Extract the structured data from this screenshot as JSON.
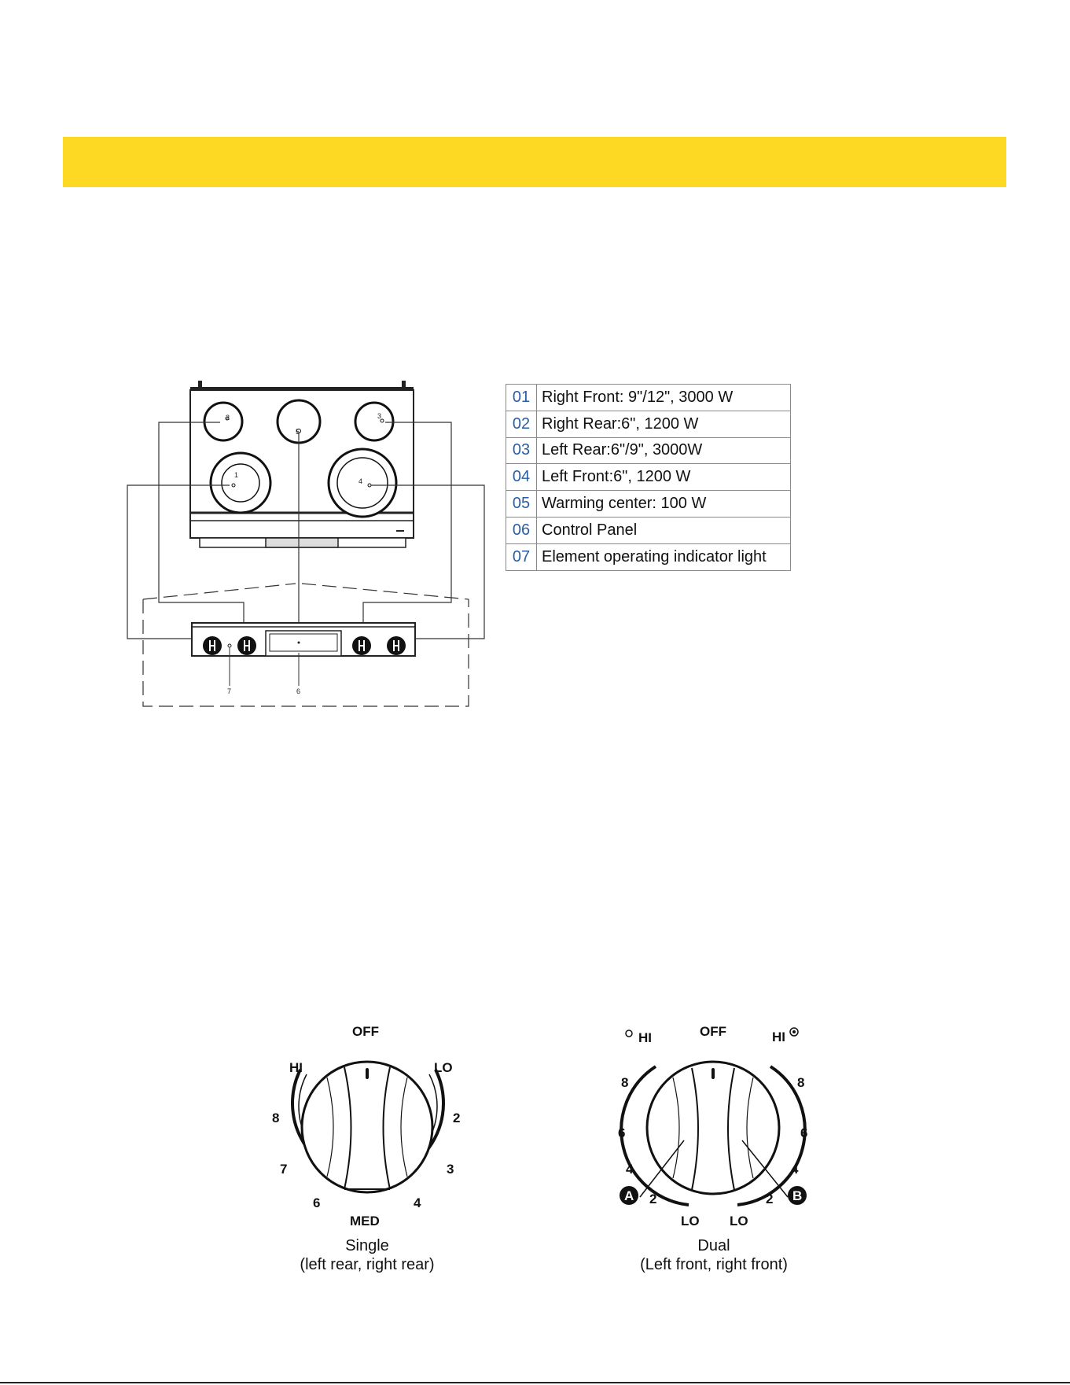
{
  "page": {
    "banner_color": "#fdd923",
    "legend_number_color": "#2a5ea4"
  },
  "legend": [
    {
      "num": "01",
      "label": "Right Front: 9\"/12\", 3000 W"
    },
    {
      "num": "02",
      "label": "Right Rear:6\", 1200 W"
    },
    {
      "num": "03",
      "label": "Left Rear:6\"/9\", 3000W"
    },
    {
      "num": "04",
      "label": "Left Front:6\", 1200 W"
    },
    {
      "num": "05",
      "label": "Warming center: 100 W"
    },
    {
      "num": "06",
      "label": "Control Panel"
    },
    {
      "num": "07",
      "label": "Element operating indicator light"
    }
  ],
  "range_diagram": {
    "callouts": [
      "1",
      "2",
      "3",
      "4",
      "5",
      "6",
      "7"
    ]
  },
  "knob_single": {
    "labels": {
      "off": "OFF",
      "hi": "HI",
      "lo": "LO",
      "med": "MED",
      "n2": "2",
      "n3": "3",
      "n4": "4",
      "n6": "6",
      "n7": "7",
      "n8": "8"
    },
    "caption_line1": "Single",
    "caption_line2": "(left rear, right rear)"
  },
  "knob_dual": {
    "labels": {
      "off": "OFF",
      "hi_left": "HI",
      "hi_right": "HI",
      "l8": "8",
      "l6": "6",
      "l4": "4",
      "l2": "2",
      "lo_left": "LO",
      "r8": "8",
      "r6": "6",
      "r4": "4",
      "r2": "2",
      "lo_right": "LO",
      "marker_a": "A",
      "marker_b": "B"
    },
    "caption_line1": "Dual",
    "caption_line2": "(Left front, right front)"
  }
}
